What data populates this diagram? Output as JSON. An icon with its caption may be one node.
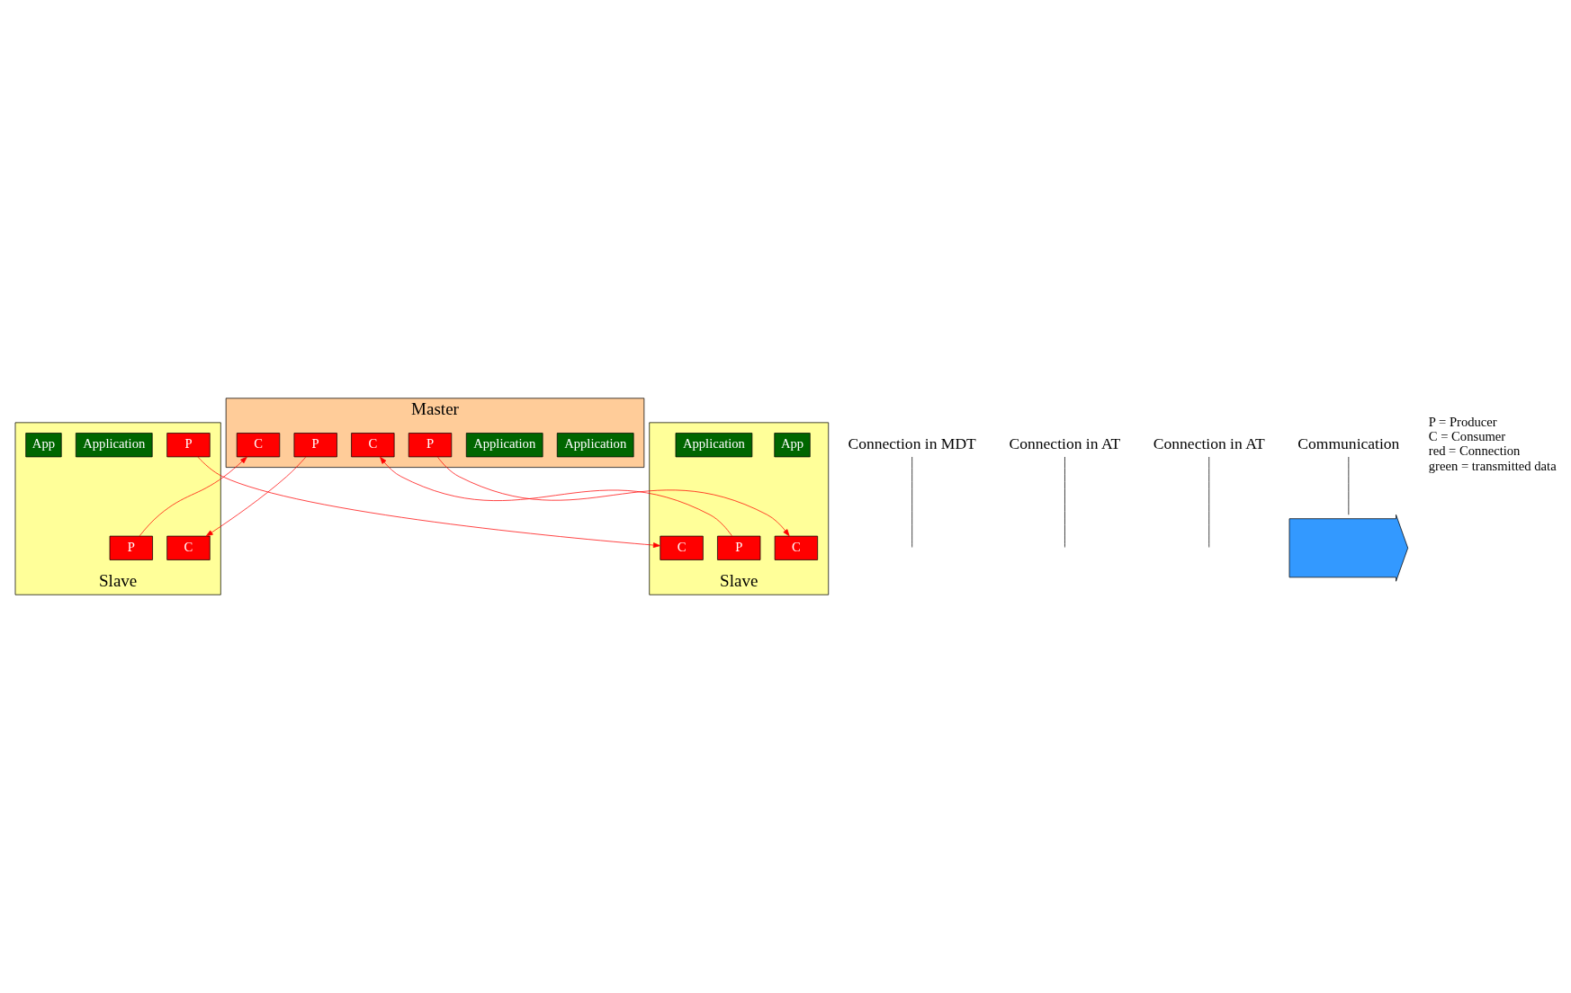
{
  "diagram": {
    "nodes": [
      {
        "text": [
          "Master"
        ]
      },
      {
        "text": [
          "Application"
        ],
        "in": 0
      },
      {
        "text": [
          "Application"
        ],
        "in": 0
      },
      {
        "text": [
          "P"
        ],
        "in": 0
      },
      {
        "text": [
          "C"
        ],
        "in": 0
      },
      {
        "text": [
          "P"
        ],
        "in": 0
      },
      {
        "text": [
          "C"
        ],
        "in": 0
      },
      {
        "text": [
          "Slave"
        ]
      },
      {
        "text": [
          "C"
        ],
        "in": 7
      },
      {
        "text": [
          "P"
        ],
        "in": 7
      },
      {
        "text": [
          "P"
        ],
        "in": 7
      },
      {
        "text": [
          "Application"
        ],
        "in": 7
      },
      {
        "text": [
          "App"
        ],
        "in": 7
      },
      {
        "text": [
          "Slave"
        ]
      },
      {
        "text": [
          "C"
        ],
        "in": 13
      },
      {
        "text": [
          "C"
        ],
        "in": 13
      },
      {
        "text": [
          "P"
        ],
        "in": 13
      },
      {
        "text": [
          "App"
        ],
        "in": 13
      },
      {
        "text": [
          "Application"
        ],
        "in": 13
      },
      {
        "text": [
          "Connection in MDT"
        ]
      },
      {
        "text": [
          "Connection in AT"
        ]
      },
      {
        "text": [
          "Connection in AT"
        ]
      },
      {
        "text": [
          "Communication"
        ]
      },
      {
        "text": [],
        "shape": "arrow"
      }
    ],
    "edges": [
      {
        "from": 3,
        "to": 8,
        "arrow": "to"
      },
      {
        "from": 9,
        "to": 4,
        "arrow": "to"
      },
      {
        "from": 10,
        "to": 14,
        "arrow": "to"
      },
      {
        "from": 5,
        "to": 15,
        "arrow": "to"
      },
      {
        "from": 16,
        "to": 6,
        "arrow": "to"
      },
      {
        "from": 19,
        "to": null,
        "arrow": "none",
        "color": "#000000"
      },
      {
        "from": 20,
        "to": null,
        "arrow": "none",
        "color": "#000000"
      },
      {
        "from": 21,
        "to": null,
        "arrow": "none",
        "color": "#000000"
      },
      {
        "from": 22,
        "to": 23,
        "arrow": "none",
        "color": "#000000"
      }
    ],
    "labels": [
      "P = Producer",
      "C = Consumer",
      "red = Connection",
      "green = transmitted data"
    ]
  }
}
